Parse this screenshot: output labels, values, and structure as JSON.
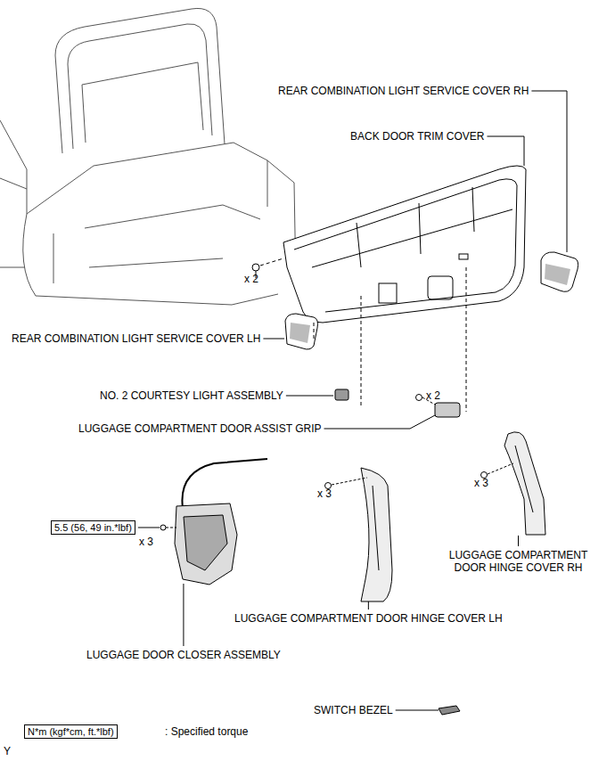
{
  "diagram": {
    "nodes": [
      {
        "text": [
          "5.5 (56, 49 in.*lbf)"
        ]
      },
      {
        "text": [
          "N*m (kgf*cm, ft.*lbf)"
        ]
      }
    ],
    "labels": [
      "REAR COMBINATION LIGHT SERVICE COVER RH",
      "BACK DOOR TRIM COVER",
      "x 2",
      "REAR COMBINATION LIGHT SERVICE COVER LH",
      "x 2",
      "NO. 2 COURTESY LIGHT ASSEMBLY",
      "LUGGAGE COMPARTMENT DOOR ASSIST GRIP",
      "x 3",
      "x 3",
      "x 3",
      "LUGGAGE COMPARTMENT DOOR HINGE COVER RH",
      "LUGGAGE COMPARTMENT DOOR HINGE COVER LH",
      "LUGGAGE DOOR CLOSER ASSEMBLY",
      "SWITCH BEZEL",
      ": Specified torque",
      "Y"
    ]
  }
}
